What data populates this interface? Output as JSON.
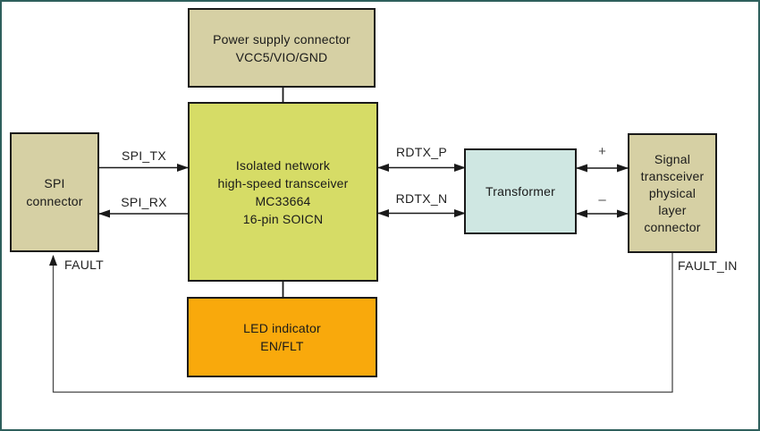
{
  "blocks": {
    "power_supply": {
      "text": "Power supply connector\nVCC5/VIO/GND",
      "bg": "#d6d0a4"
    },
    "transceiver": {
      "text": "Isolated network\nhigh-speed transceiver\nMC33664\n16-pin SOICN",
      "bg": "#d6dc66"
    },
    "spi_connector": {
      "text": "SPI\nconnector",
      "bg": "#d6d0a4"
    },
    "transformer": {
      "text": "Transformer",
      "bg": "#cfe7e2"
    },
    "signal_connector": {
      "text": "Signal\ntransceiver\nphysical\nlayer\nconnector",
      "bg": "#d6d0a4"
    },
    "led_indicator": {
      "text": "LED indicator\nEN/FLT",
      "bg": "#f9a90c"
    }
  },
  "signals": {
    "spi_tx": {
      "label": "SPI_TX"
    },
    "spi_rx": {
      "label": "SPI_RX"
    },
    "rdtx_p": {
      "label": "RDTX_P"
    },
    "rdtx_n": {
      "label": "RDTX_N"
    },
    "plus": {
      "label": "+"
    },
    "minus": {
      "label": "–"
    },
    "fault": {
      "label": "FAULT"
    },
    "fault_in": {
      "label": "FAULT_IN"
    }
  },
  "colors": {
    "frame_border": "#2e5f5c",
    "box_border": "#1a1a1a",
    "wire": "#1a1a1a",
    "fault_wire": "#4a4a4a",
    "background": "#ffffff",
    "block_tan": "#d6d0a4",
    "block_yellow_green": "#d6dc66",
    "block_cyan": "#cfe7e2",
    "block_orange": "#f9a90c",
    "text": "#1a1a1a"
  }
}
